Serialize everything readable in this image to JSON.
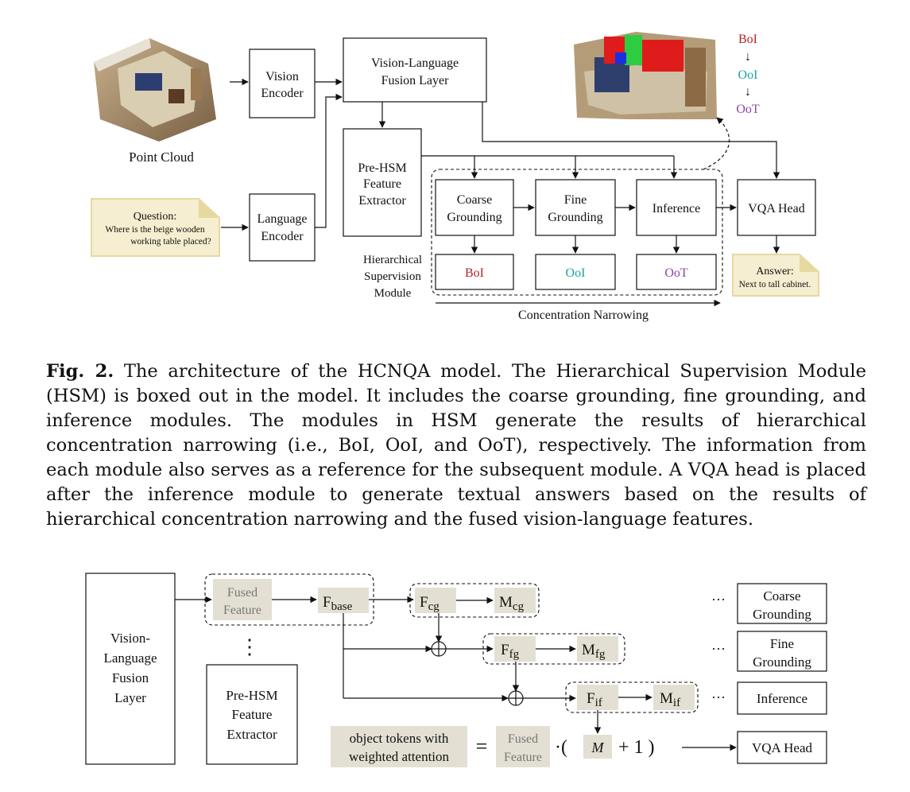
{
  "figure_top": {
    "point_cloud_label": "Point Cloud",
    "question_title": "Question:",
    "question_line1": "Where is the beige wooden",
    "question_line2": "working table placed?",
    "vision_encoder": [
      "Vision",
      "Encoder"
    ],
    "language_encoder": [
      "Language",
      "Encoder"
    ],
    "fusion_layer": [
      "Vision-Language",
      "Fusion Layer"
    ],
    "pre_hsm": [
      "Pre-HSM",
      "Feature",
      "Extractor"
    ],
    "coarse": [
      "Coarse",
      "Grounding"
    ],
    "fine": [
      "Fine",
      "Grounding"
    ],
    "inference": "Inference",
    "vqa_head": "VQA Head",
    "boi": "BoI",
    "ooi": "OoI",
    "oot": "OoT",
    "hsm_label": [
      "Hierarchical",
      "Supervision",
      "Module"
    ],
    "answer_title": "Answer:",
    "answer_text": "Next to tall cabinet.",
    "concentration": "Concentration Narrowing",
    "legend": [
      "BoI",
      "↓",
      "OoI",
      "↓",
      "OoT"
    ],
    "colors": {
      "boi": "#b22222",
      "ooi": "#1aa3a3",
      "oot": "#8e44ad",
      "note_fill": "#f5eed0",
      "note_border": "#e6d9a0"
    }
  },
  "caption": {
    "fig_label": "Fig. 2.",
    "text": "The architecture of the HCNQA model. The Hierarchical Supervision Module (HSM) is boxed out in the model. It includes the coarse grounding, fine grounding, and inference modules. The modules in HSM generate the results of hierarchical concentration narrowing (i.e., BoI, OoI, and OoT), respectively. The information from each module also serves as a reference for the subsequent module. A VQA head is placed after the inference module to generate textual answers based on the results of hierarchical concentration narrowing and the fused vision-language features."
  },
  "figure_bottom": {
    "fusion_layer": [
      "Vision-",
      "Language",
      "Fusion",
      "Layer"
    ],
    "fused_feature": [
      "Fused",
      "Feature"
    ],
    "f_base": "F",
    "f_base_sub": "base",
    "f_cg": "F",
    "f_cg_sub": "cg",
    "m_cg": "M",
    "m_cg_sub": "cg",
    "f_fg": "F",
    "f_fg_sub": "fg",
    "m_fg": "M",
    "m_fg_sub": "fg",
    "f_if": "F",
    "f_if_sub": "if",
    "m_if": "M",
    "m_if_sub": "if",
    "pre_hsm": [
      "Pre-HSM",
      "Feature",
      "Extractor"
    ],
    "vdots": "⋮",
    "dots": "···",
    "coarse": [
      "Coarse",
      "Grounding"
    ],
    "fine": [
      "Fine",
      "Grounding"
    ],
    "inference": "Inference",
    "vqa_head": "VQA Head",
    "object_tokens": [
      "object tokens with",
      "weighted attention"
    ],
    "equals": "=",
    "dot_paren": "·(",
    "m_italic": "M",
    "plus_one": "+ 1 )",
    "colors": {
      "feature_fill": "#e3e0d3"
    }
  }
}
